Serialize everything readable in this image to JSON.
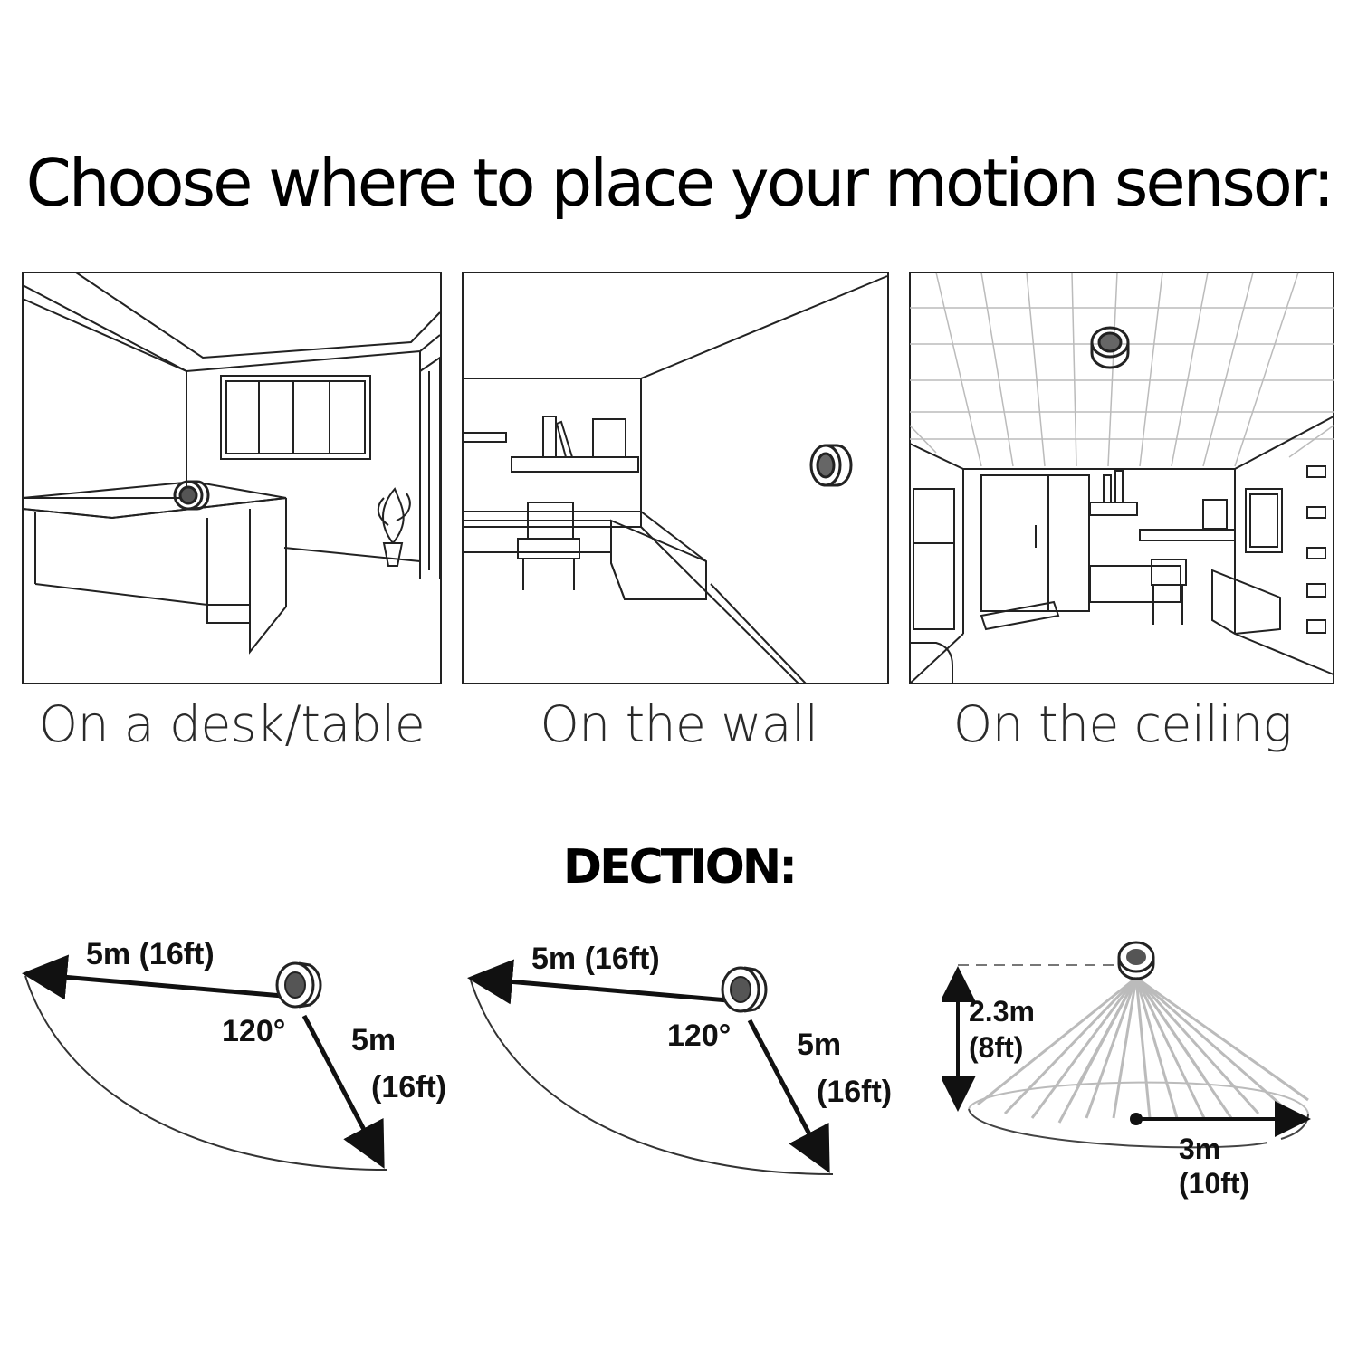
{
  "title": "Choose where to place your motion sensor:",
  "placements": [
    {
      "caption": "On a desk/table",
      "sensor_icon": "motion-sensor-icon"
    },
    {
      "caption": "On the wall",
      "sensor_icon": "motion-sensor-icon"
    },
    {
      "caption": "On the ceiling",
      "sensor_icon": "motion-sensor-icon"
    }
  ],
  "detection": {
    "heading": "DECTION:",
    "desk": {
      "range_top": "5m (16ft)",
      "angle": "120°",
      "range_side_m": "5m",
      "range_side_ft": "(16ft)"
    },
    "wall": {
      "range_top": "5m (16ft)",
      "angle": "120°",
      "range_side_m": "5m",
      "range_side_ft": "(16ft)"
    },
    "ceiling": {
      "height_m": "2.3m",
      "height_ft": "(8ft)",
      "radius_m": "3m",
      "radius_ft": "(10ft)"
    }
  }
}
